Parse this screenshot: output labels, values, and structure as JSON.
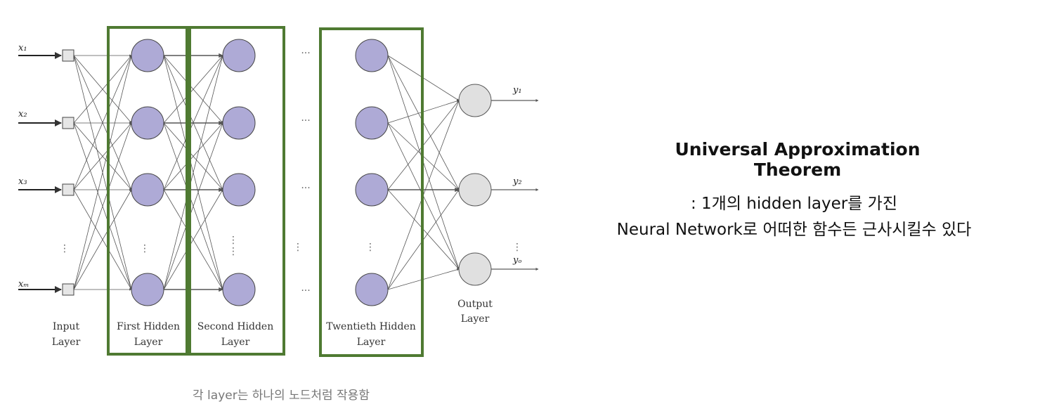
{
  "diagram": {
    "inputs": [
      "x₁",
      "x₂",
      "x₃",
      "xₘ"
    ],
    "outputs": [
      "y₁",
      "y₂",
      "yₒ"
    ],
    "layer_labels": {
      "input": [
        "Input",
        "Layer"
      ],
      "first": [
        "First Hidden",
        "Layer"
      ],
      "second": [
        "Second Hidden",
        "Layer"
      ],
      "twentieth": [
        "Twentieth Hidden",
        "Layer"
      ],
      "output": [
        "Output",
        "Layer"
      ]
    },
    "ellipsis_h": "...",
    "ellipsis_v": "⋮",
    "colors": {
      "hidden_node": "#aeaad6",
      "output_node": "#e0e0e0",
      "layer_box": "#4f7a32",
      "edge": "#555555"
    }
  },
  "theorem": {
    "title": "Universal Approximation Theorem",
    "line1": ": 1개의 hidden layer를 가진",
    "line2": "Neural Network로 어떠한 함수든 근사시킬수 있다"
  },
  "caption": "각 layer는 하나의 노드처럼 작용함"
}
